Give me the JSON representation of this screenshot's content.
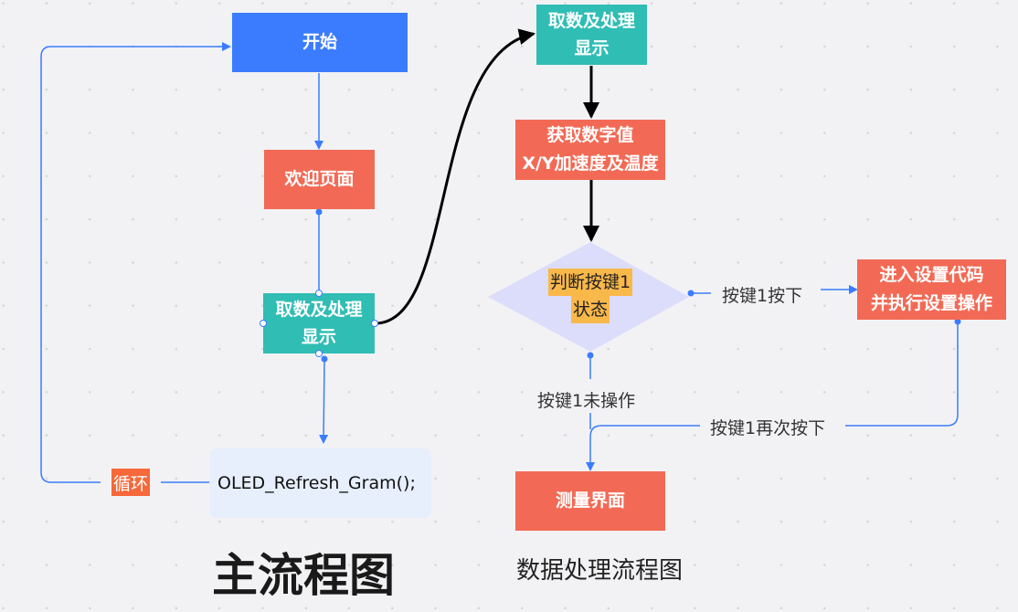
{
  "main_flow": {
    "title": "主流程图",
    "nodes": {
      "start": "开始",
      "welcome": "欢迎页面",
      "fetch_line1": "取数及处理",
      "fetch_line2": "显示",
      "code": "OLED_Refresh_Gram();"
    },
    "loop_label": "循环"
  },
  "data_flow": {
    "title": "数据处理流程图",
    "nodes": {
      "fetch_line1": "取数及处理",
      "fetch_line2": "显示",
      "get_value_line1": "获取数字值",
      "get_value_line2": "X/Y加速度及温度",
      "decision_line1": "判断按键1",
      "decision_line2": "状态",
      "settings_line1": "进入设置代码",
      "settings_line2": "并执行设置操作",
      "measure": "测量界面"
    },
    "edge_labels": {
      "key_pressed": "按键1按下",
      "key_not_operated": "按键1未操作",
      "key_pressed_again": "按键1再次按下"
    }
  },
  "colors": {
    "start": "#3b7cff",
    "process": "#f26a55",
    "fetch": "#2fbdb4",
    "decision": "#dcdcfb",
    "highlight": "#f9b84a",
    "loop_tag": "#f7683a",
    "connector": "#3b7cff"
  }
}
